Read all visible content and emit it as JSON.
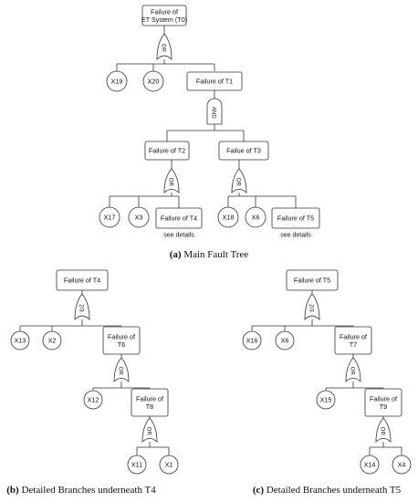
{
  "main": {
    "caption_tag": "(a)",
    "caption": " Main Fault Tree",
    "top": "Failure of\nET System (T0)",
    "g0": "OR",
    "x19": "X19",
    "x20": "X20",
    "t1": "Failure of T1",
    "g1": "AND",
    "t2": "Failure of T2",
    "t3": "Failue of T3",
    "g2": "OR",
    "g3": "OR",
    "x17": "X17",
    "x3": "X3",
    "t4": "Failure of T4",
    "x18": "X18",
    "x6": "X6",
    "t5": "Failure of T5",
    "see4": "see details",
    "see5": "see details"
  },
  "left": {
    "caption_tag": "(b)",
    "caption": " Detailed Branches underneath T4",
    "top": "Failure of T4",
    "g0": "2/3",
    "x13": "X13",
    "x2": "X2",
    "t6": "Failure of\nT6",
    "g1": "OR",
    "x12": "X12",
    "t8": "Failure of\nT8",
    "g2": "OR",
    "x11": "X11",
    "x1": "X1"
  },
  "right": {
    "caption_tag": "(c)",
    "caption": " Detailed Branches underneath T5",
    "top": "Failure of T5",
    "g0": "2/3",
    "x16": "X16",
    "x6": "X6",
    "t7": "Failure of\nT7",
    "g1": "OR",
    "x15": "X15",
    "t9": "Failure of\nT9",
    "g2": "OR",
    "x14": "X14",
    "x4": "X4"
  }
}
